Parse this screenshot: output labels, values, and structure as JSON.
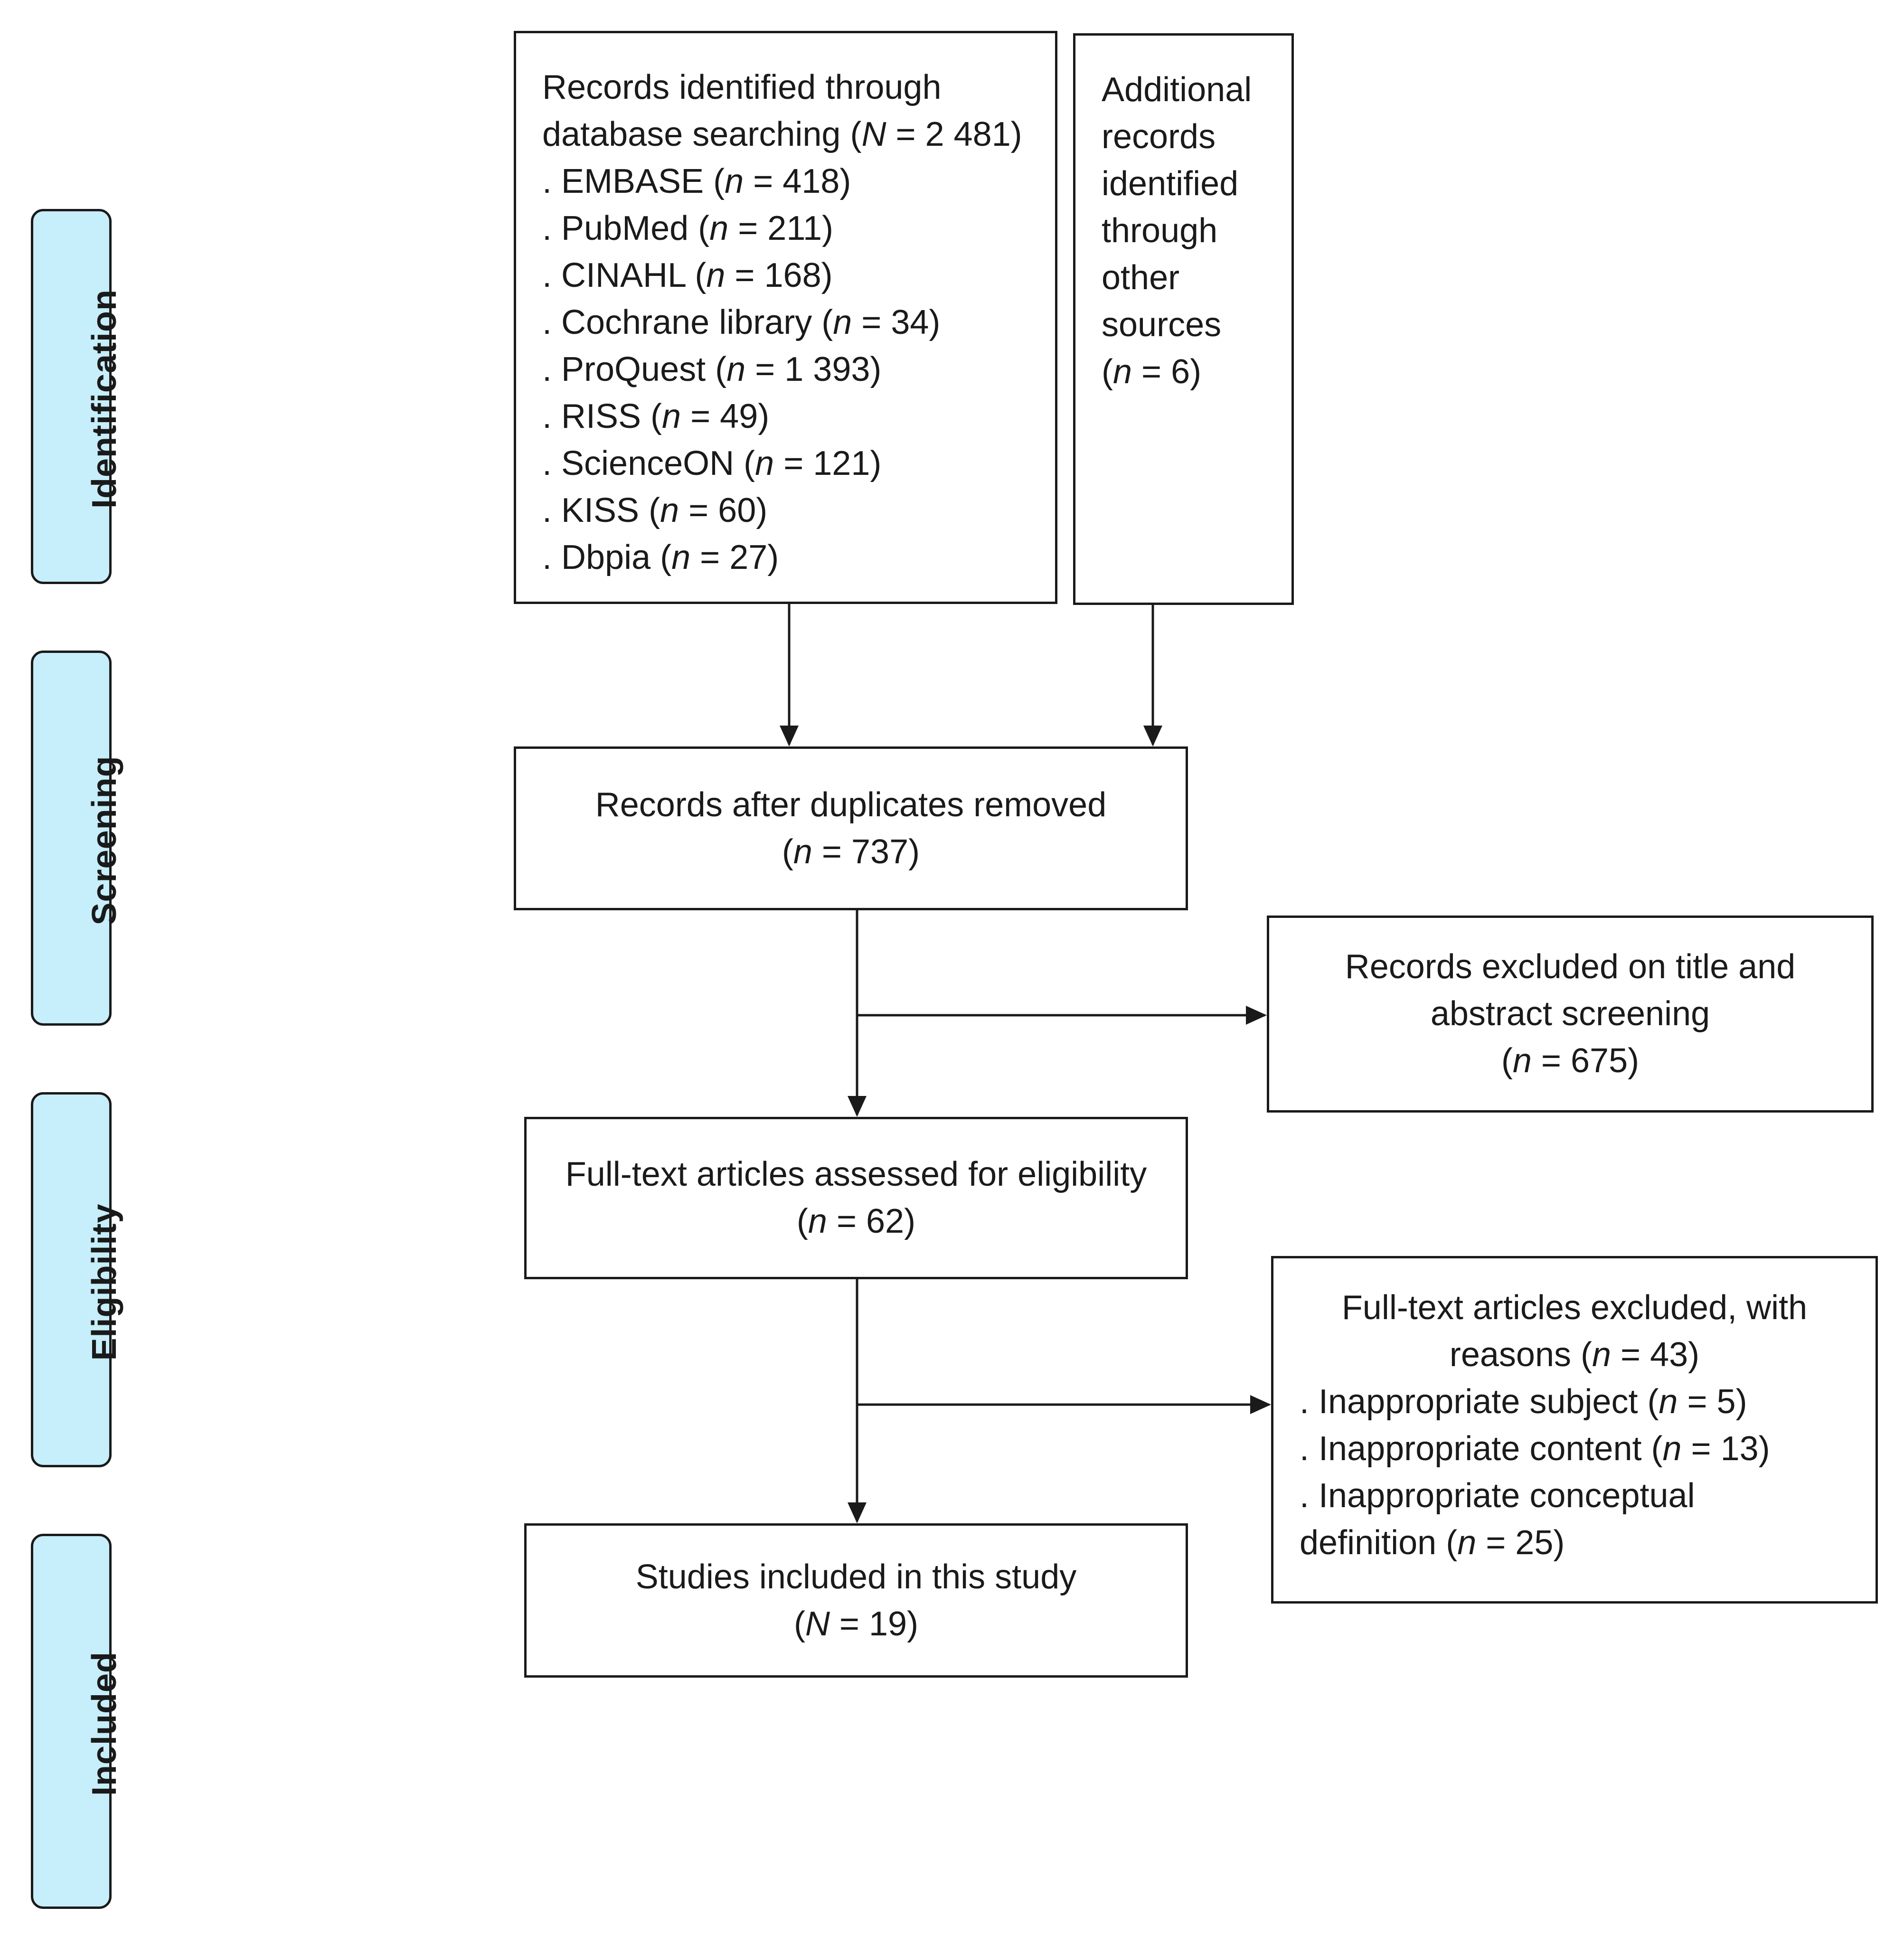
{
  "stages": [
    {
      "label": "Identification"
    },
    {
      "label": "Screening"
    },
    {
      "label": "Eligibility"
    },
    {
      "label": "Included"
    }
  ],
  "database_box": {
    "heading_line1": "Records identified through",
    "heading_line2_pre": "database searching (",
    "heading_var": "N",
    "heading_line2_post": " = 2 481)",
    "sources": [
      {
        "pre": ". EMBASE (",
        "var": "n",
        "post": " = 418)"
      },
      {
        "pre": ". PubMed (",
        "var": "n",
        "post": " = 211)"
      },
      {
        "pre": ". CINAHL (",
        "var": "n",
        "post": " = 168)"
      },
      {
        "pre": ". Cochrane library (",
        "var": "n",
        "post": " = 34)"
      },
      {
        "pre": ". ProQuest (",
        "var": "n",
        "post": " = 1 393)"
      },
      {
        "pre": ". RISS (",
        "var": "n",
        "post": " = 49)"
      },
      {
        "pre": ". ScienceON (",
        "var": "n",
        "post": " = 121)"
      },
      {
        "pre": ". KISS (",
        "var": "n",
        "post": " = 60)"
      },
      {
        "pre": ". Dbpia (",
        "var": "n",
        "post": " = 27)"
      }
    ]
  },
  "additional_box": {
    "lines": [
      "Additional",
      "records",
      "identified",
      "through",
      "other",
      "sources"
    ],
    "count_pre": "(",
    "count_var": "n",
    "count_post": " = 6)"
  },
  "duplicates_box": {
    "line1": "Records after duplicates removed",
    "count_pre": "(",
    "count_var": "n",
    "count_post": " = 737)"
  },
  "title_excluded_box": {
    "line1": "Records excluded on title and",
    "line2": "abstract screening",
    "count_pre": "(",
    "count_var": "n",
    "count_post": " = 675)"
  },
  "fulltext_box": {
    "line1": "Full-text articles assessed for eligibility",
    "count_pre": "(",
    "count_var": "n",
    "count_post": " = 62)"
  },
  "fulltext_excluded_box": {
    "line1": "Full-text articles excluded, with",
    "line2_pre": "reasons (",
    "line2_var": "n",
    "line2_post": " = 43)",
    "reasons": [
      {
        "pre": ". Inappropriate subject (",
        "var": "n",
        "post": " = 5)"
      },
      {
        "pre": ". Inappropriate content (",
        "var": "n",
        "post": " = 13)"
      }
    ],
    "reason3_line1": ". Inappropriate conceptual",
    "reason3_line2_pre": "definition (",
    "reason3_line2_var": "n",
    "reason3_line2_post": " = 25)"
  },
  "included_box": {
    "line1": "Studies included in this study",
    "count_pre": "(",
    "count_var": "N",
    "count_post": " = 19)"
  }
}
